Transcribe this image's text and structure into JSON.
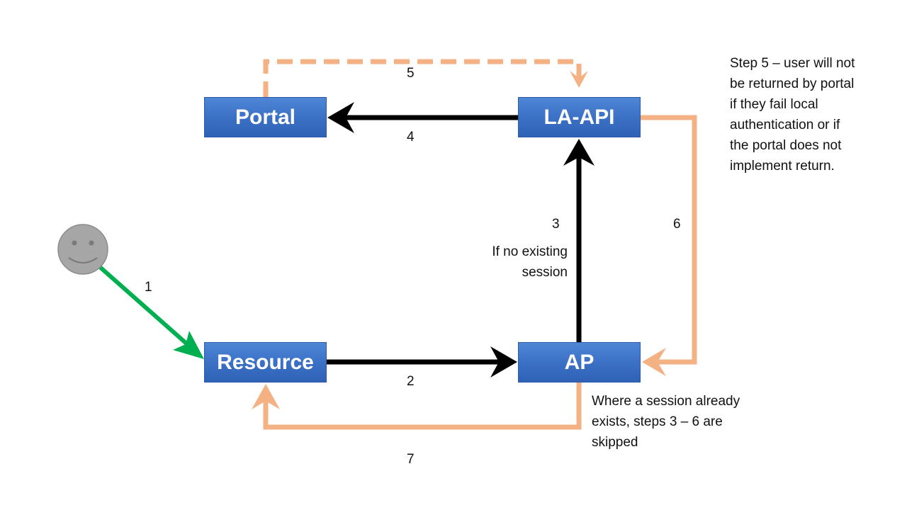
{
  "nodes": {
    "portal": "Portal",
    "la_api": "LA-API",
    "resource": "Resource",
    "ap": "AP"
  },
  "steps": {
    "s1": "1",
    "s2": "2",
    "s3": "3",
    "s4": "4",
    "s5": "5",
    "s6": "6",
    "s7": "7"
  },
  "step3_condition": [
    "If no existing",
    "session"
  ],
  "note_step5": [
    "Step 5 – user will not",
    "be returned by portal",
    "if they fail local",
    "authentication or if",
    "the portal does not",
    "implement return."
  ],
  "note_session": [
    "Where a session already",
    "exists, steps 3 – 6 are",
    "skipped"
  ],
  "colors": {
    "node_fill": "#3a6fc4",
    "black_arrow": "#000000",
    "orange_arrow": "#f4b183",
    "green_arrow": "#00b050",
    "user_face": "#a6a6a6"
  },
  "icons": {
    "user": "smiley-face-icon"
  }
}
